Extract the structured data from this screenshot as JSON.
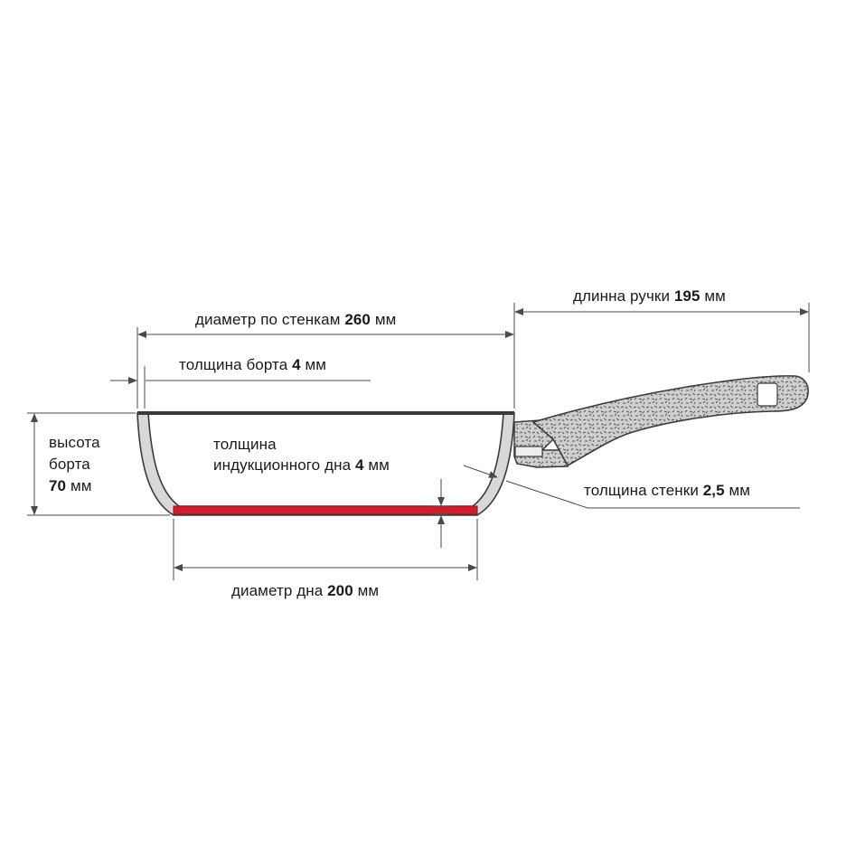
{
  "dimensions": {
    "wall_diameter": {
      "text": "диаметр по стенкам",
      "value": "260",
      "unit": "мм"
    },
    "rim_thickness": {
      "text": "толщина борта",
      "value": "4",
      "unit": "мм"
    },
    "handle_length": {
      "text": "длинна ручки",
      "value": "195",
      "unit": "мм"
    },
    "rim_height": {
      "line1": "высота",
      "line2": "борта",
      "value": "70",
      "unit": "мм"
    },
    "induction_base": {
      "line1": "толщина",
      "line2": "индукционного дна",
      "value": "4",
      "unit": "мм"
    },
    "wall_thickness": {
      "text": "толщина стенки",
      "value": "2,5",
      "unit": "мм"
    },
    "base_diameter": {
      "text": "диаметр дна",
      "value": "200",
      "unit": "мм"
    }
  },
  "colors": {
    "base_layer": "#cc1f2e",
    "pan_outline": "#3a3a3a",
    "pan_wall": "#d8d8d8",
    "handle_fill": "#c9c9c9",
    "dimension_line": "#4a4a4a"
  }
}
